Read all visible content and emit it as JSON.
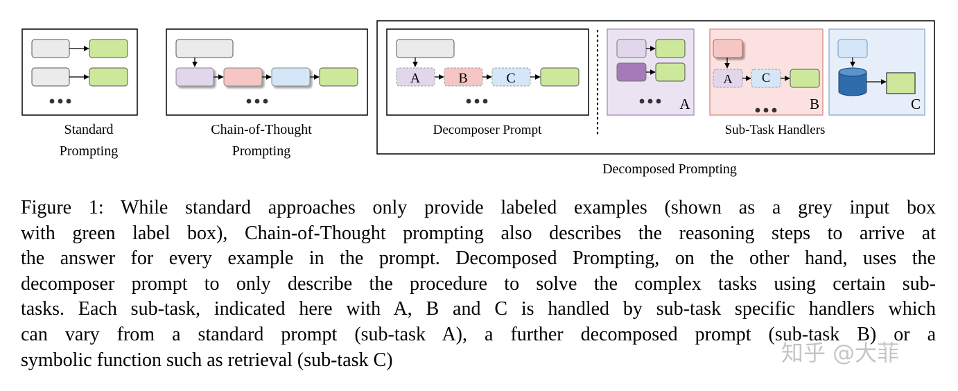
{
  "figure": {
    "panels": {
      "standard": {
        "label_line1": "Standard",
        "label_line2": "Prompting"
      },
      "cot": {
        "label_line1": "Chain-of-Thought",
        "label_line2": "Prompting"
      },
      "decomposer": {
        "label": "Decomposer Prompt",
        "nodes": [
          "A",
          "B",
          "C"
        ]
      },
      "handlers": {
        "label": "Sub-Task Handlers",
        "tags": [
          "A",
          "B",
          "C"
        ],
        "b_nodes": [
          "A",
          "C"
        ]
      },
      "decomposed": {
        "label": "Decomposed Prompting"
      }
    },
    "colors": {
      "grey": "#ebebeb",
      "green": "#cde89b",
      "purple": "#e2d6ec",
      "red": "#f5c6c3",
      "blue": "#d5e6f8",
      "panel_a_bg": "#ebe3f1",
      "panel_b_bg": "#fbe2e0",
      "panel_c_bg": "#e6eefa",
      "dark_purple": "#a57ab8",
      "cylinder": "#2f6cae"
    }
  },
  "caption": {
    "lines": [
      "Figure 1:  While standard approaches only provide labeled examples (shown as a grey input box",
      "with green label box), Chain-of-Thought prompting also describes the reasoning steps to arrive at",
      "the answer for every example in the prompt.  Decomposed Prompting, on the other hand, uses the",
      "decomposer prompt to only describe the procedure to solve the complex tasks using certain sub-",
      "tasks. Each sub-task, indicated here with A, B and C is handled by sub-task specific handlers which",
      "can vary from a standard prompt (sub-task A), a further decomposed prompt (sub-task B) or a",
      "symbolic function such as retrieval (sub-task C)"
    ]
  },
  "watermark": "知乎 @大菲"
}
